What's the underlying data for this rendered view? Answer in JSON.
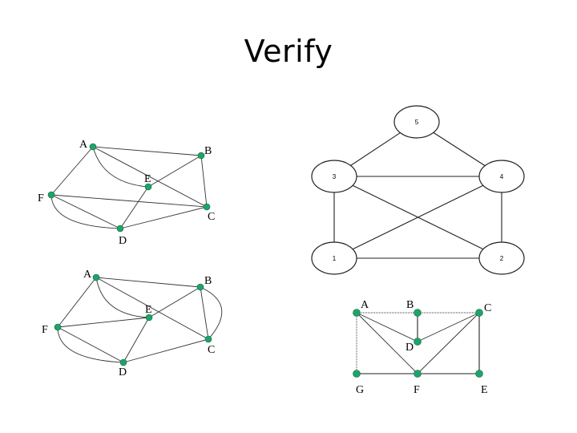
{
  "title": "Verify",
  "graph1": {
    "labels": {
      "A": "A",
      "B": "B",
      "E": "E",
      "F": "F",
      "C": "C",
      "D": "D"
    }
  },
  "graph2": {
    "labels": {
      "A": "A",
      "B": "B",
      "E": "E",
      "F": "F",
      "C": "C",
      "D": "D"
    }
  },
  "graph3": {
    "labels": {
      "n5": "5",
      "n3": "3",
      "n4": "4",
      "n1": "1",
      "n2": "2"
    }
  },
  "graph4": {
    "labels": {
      "A": "A",
      "B": "B",
      "C": "C",
      "D": "D",
      "G": "G",
      "F": "F",
      "E": "E"
    }
  }
}
